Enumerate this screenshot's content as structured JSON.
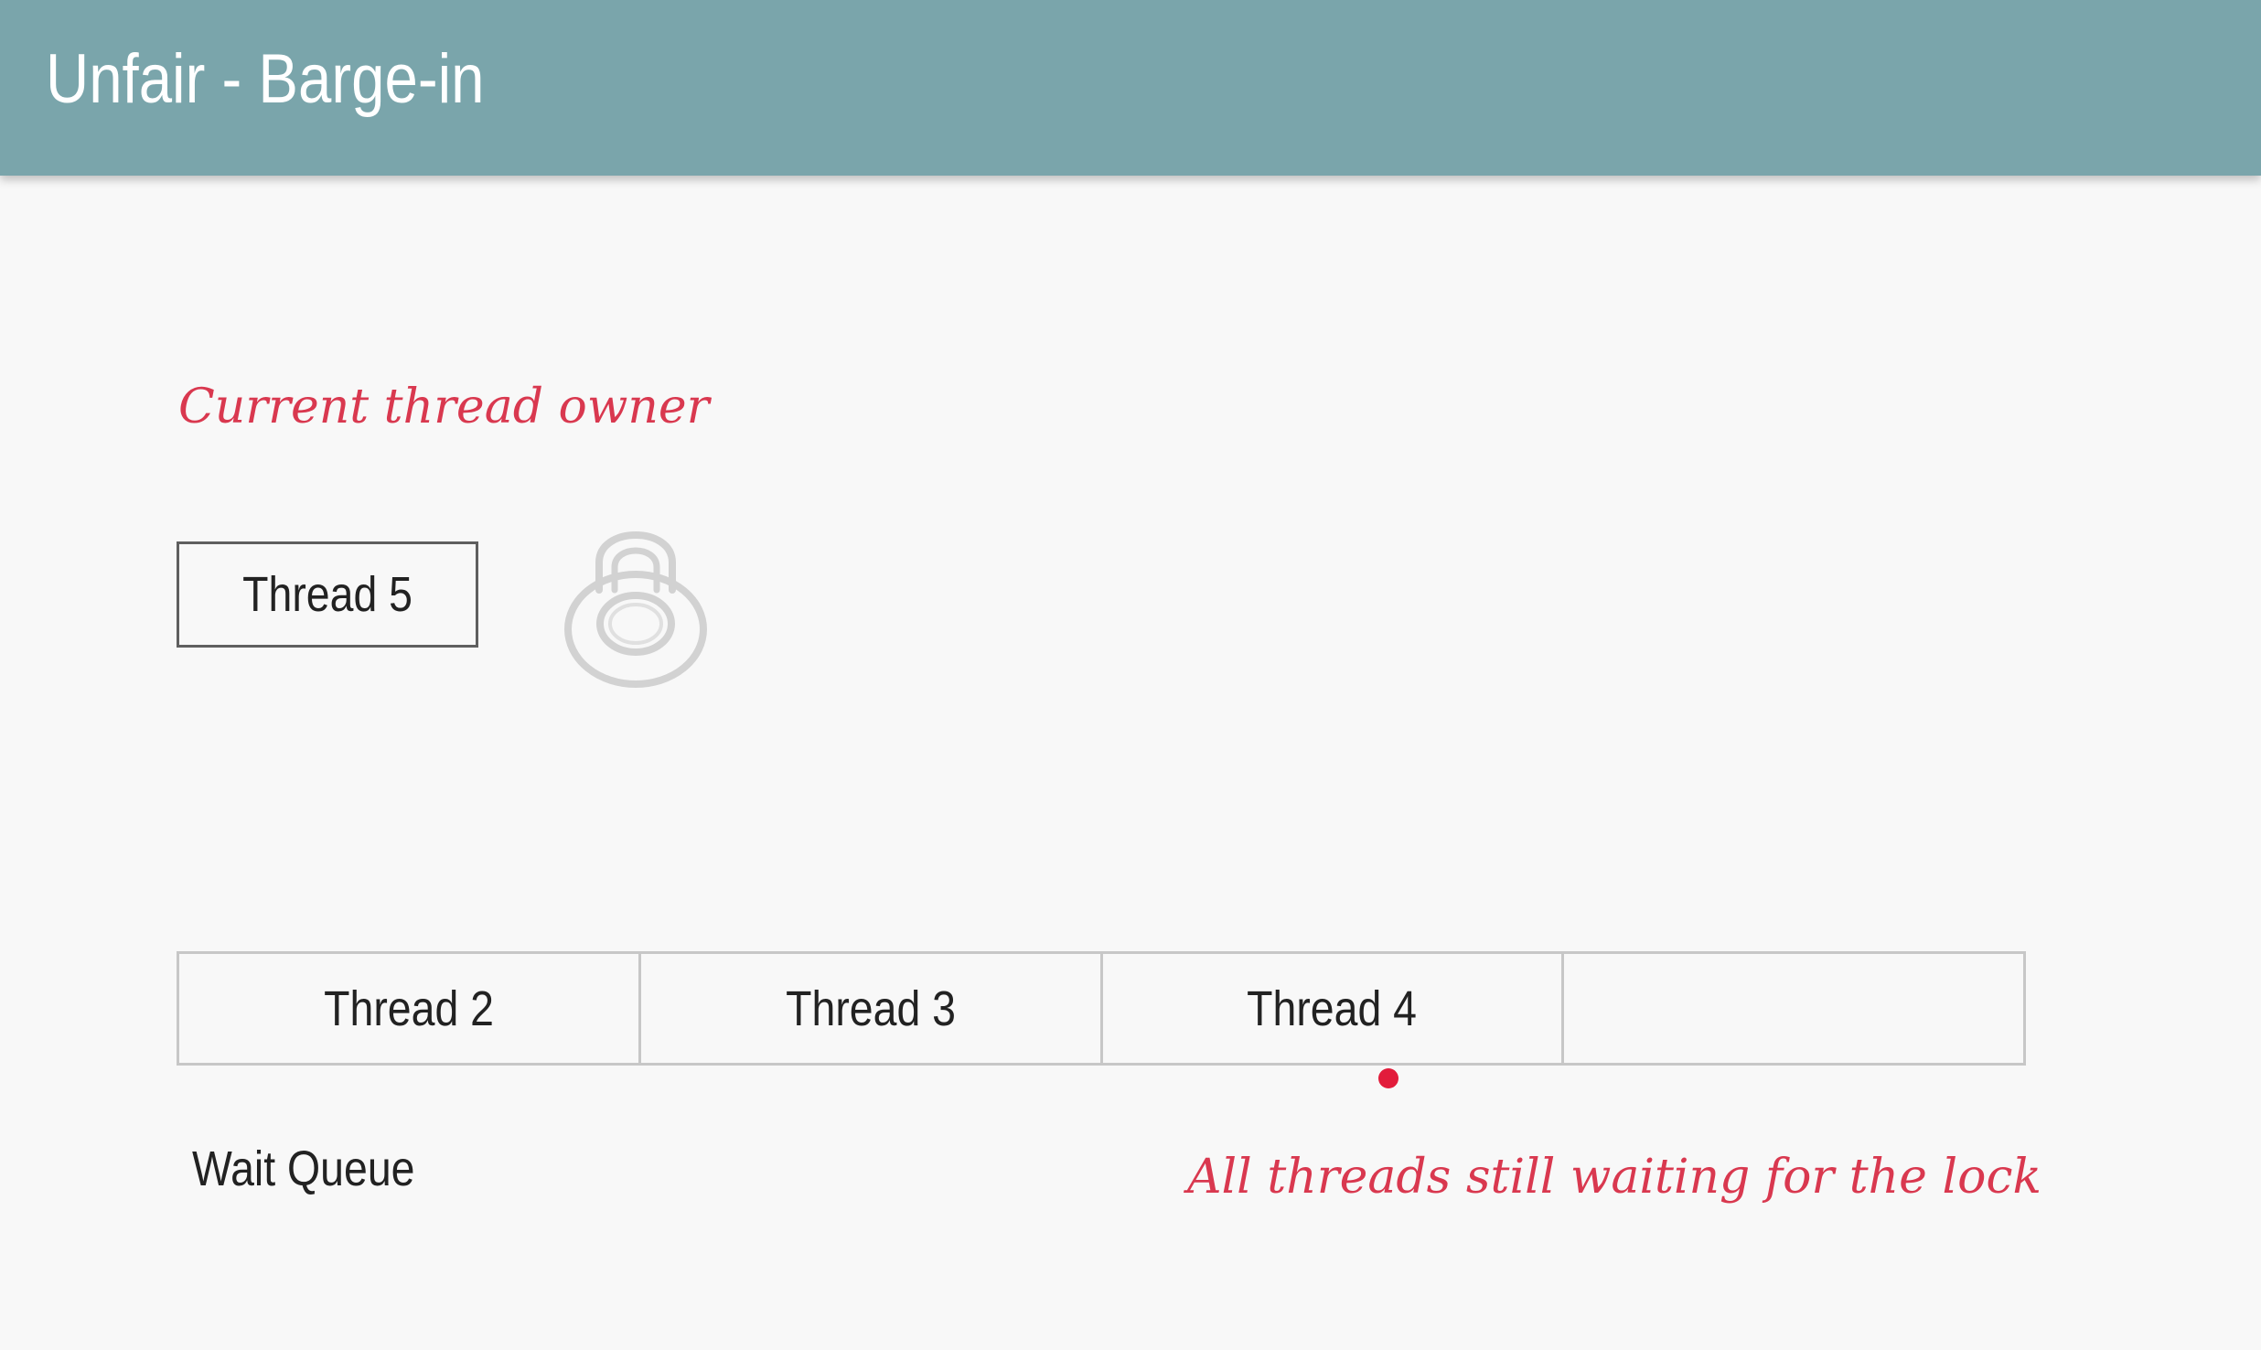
{
  "header": {
    "title": "Unfair - Barge-in"
  },
  "annotations": {
    "owner_note": "Current thread owner",
    "waiting_note": "All threads still waiting for the lock"
  },
  "owner": {
    "label": "Thread 5"
  },
  "queue": {
    "label": "Wait Queue",
    "cells": [
      "Thread 2",
      "Thread 3",
      "Thread 4",
      ""
    ]
  },
  "icons": {
    "lock": "lock-icon"
  },
  "colors": {
    "header": "#7aa5ab",
    "annotation": "#d9384f",
    "pointer": "#e21c3b"
  }
}
